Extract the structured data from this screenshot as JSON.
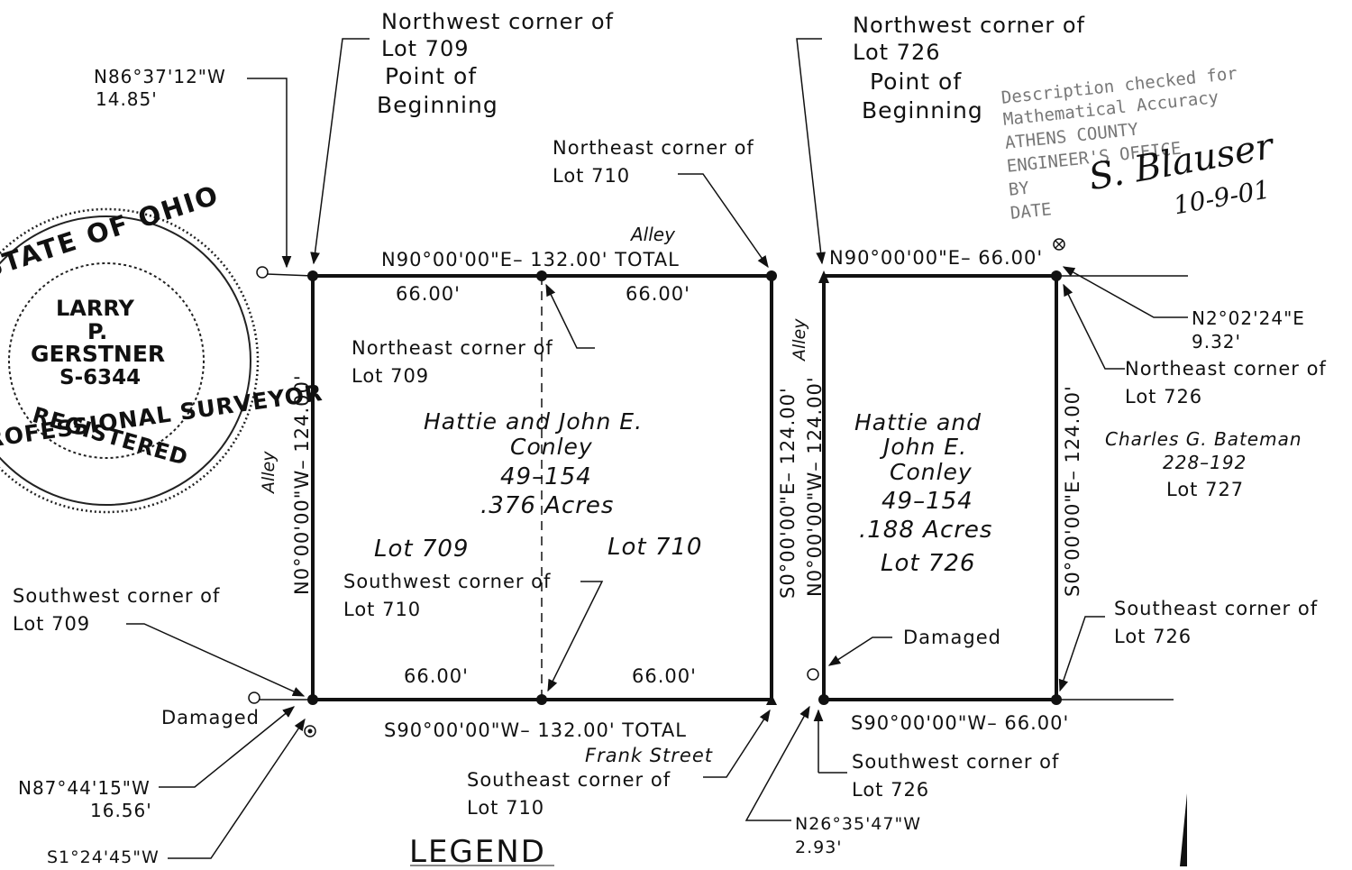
{
  "callouts": {
    "nw709_title": "Northwest corner of",
    "nw709_lot": "Lot 709",
    "nw709_pob1": "Point of",
    "nw709_pob2": "Beginning",
    "nw726_title": "Northwest corner of",
    "nw726_lot": "Lot 726",
    "nw726_pob1": "Point of",
    "nw726_pob2": "Beginning",
    "ne710_title": "Northeast corner of",
    "ne710_lot": "Lot 710",
    "ne709_title": "Northeast corner of",
    "ne709_lot": "Lot 709",
    "sw710_title": "Southwest corner of",
    "sw710_lot": "Lot 710",
    "sw709_title": "Southwest corner of",
    "sw709_lot": "Lot 709",
    "se710_title": "Southeast corner of",
    "se710_lot": "Lot 710",
    "ne726_title": "Northeast corner of",
    "ne726_lot": "Lot 726",
    "se726_title": "Southeast corner of",
    "se726_lot": "Lot 726",
    "sw726_title": "Southwest corner of",
    "sw726_lot": "Lot 726",
    "damaged_left": "Damaged",
    "damaged_right": "Damaged"
  },
  "ties": {
    "tie_nw709_bearing": "N86°37'12\"W",
    "tie_nw709_dist": "14.85'",
    "tie_ne726_bearing": "N2°02'24\"E",
    "tie_ne726_dist": "9.32'",
    "tie_sw709_bearing": "N87°44'15\"W",
    "tie_sw709_dist": "16.56'",
    "tie_sw709_b2": "S1°24'45\"W",
    "tie_sw726_bearing": "N26°35'47\"W",
    "tie_sw726_dist": "2.93'"
  },
  "parcel_left": {
    "north_line": "N90°00'00\"E– 132.00' TOTAL",
    "north_seg1": "66.00'",
    "north_seg2": "66.00'",
    "south_line": "S90°00'00\"W– 132.00' TOTAL",
    "south_seg1": "66.00'",
    "south_seg2": "66.00'",
    "west_line": "N0°00'00\"W– 124.00'",
    "east_line": "S0°00'00\"E– 124.00'",
    "owner1": "Hattie and John E.",
    "owner2": "Conley",
    "deed": "49–154",
    "acres": ".376 Acres",
    "lot_a": "Lot 709",
    "lot_b": "Lot 710"
  },
  "parcel_right": {
    "north_line": "N90°00'00\"E– 66.00'",
    "south_line": "S90°00'00\"W– 66.00'",
    "west_line": "N0°00'00\"W– 124.00'",
    "east_line": "S0°00'00\"E– 124.00'",
    "owner1": "Hattie and",
    "owner2": "John E.",
    "owner3": "Conley",
    "deed": "49–154",
    "acres": ".188 Acres",
    "lot": "Lot 726"
  },
  "adjoiner": {
    "name": "Charles G. Bateman",
    "deed": "228–192",
    "lot": "Lot 727"
  },
  "streets": {
    "alley_top": "Alley",
    "alley_left": "Alley",
    "alley_mid": "Alley",
    "frank_street": "Frank Street"
  },
  "seal": {
    "state": "STATE OF OHIO",
    "name1": "LARRY",
    "name2": "P.",
    "name3": "GERSTNER",
    "number": "S-6344",
    "registered": "REGISTERED",
    "professional": "PROFESSIONAL SURVEYOR"
  },
  "stamp": {
    "line1": "Description checked for",
    "line2": "Mathematical Accuracy",
    "line3": "ATHENS COUNTY",
    "line4": "ENGINEER'S OFFICE",
    "line5": "BY",
    "line6": "DATE",
    "signature": "S. Blauser",
    "date": "10-9-01"
  },
  "legend": {
    "title": "LEGEND"
  }
}
